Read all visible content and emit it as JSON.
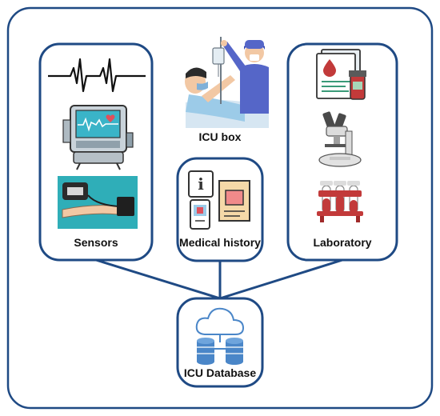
{
  "colors": {
    "frame": "#1f4a84",
    "skin": "#f2c8a4",
    "scrub": "#5566c8",
    "bed": "#d6e6f2",
    "lab_red": "#c23a3a",
    "device_blue": "#3a72b0",
    "cloud": "#4a86c8"
  },
  "nodes": {
    "sensors": {
      "label": "Sensors",
      "icons": [
        "ecg-waveform-icon",
        "patient-monitor-icon",
        "arm-sensor-icon"
      ]
    },
    "icu_box": {
      "label": "ICU box",
      "icons": [
        "patient-in-bed-with-doctor-icon"
      ]
    },
    "medical_history": {
      "label": "Medical history",
      "icons": [
        "info-phone-document-icon"
      ]
    },
    "laboratory": {
      "label": "Laboratory",
      "icons": [
        "lab-report-icon",
        "microscope-icon",
        "test-tubes-icon"
      ]
    },
    "database": {
      "label": "ICU Database",
      "icons": [
        "cloud-database-icon"
      ]
    }
  },
  "edges": [
    {
      "from": "sensors",
      "to": "database"
    },
    {
      "from": "medical_history",
      "to": "database"
    },
    {
      "from": "laboratory",
      "to": "database"
    }
  ]
}
